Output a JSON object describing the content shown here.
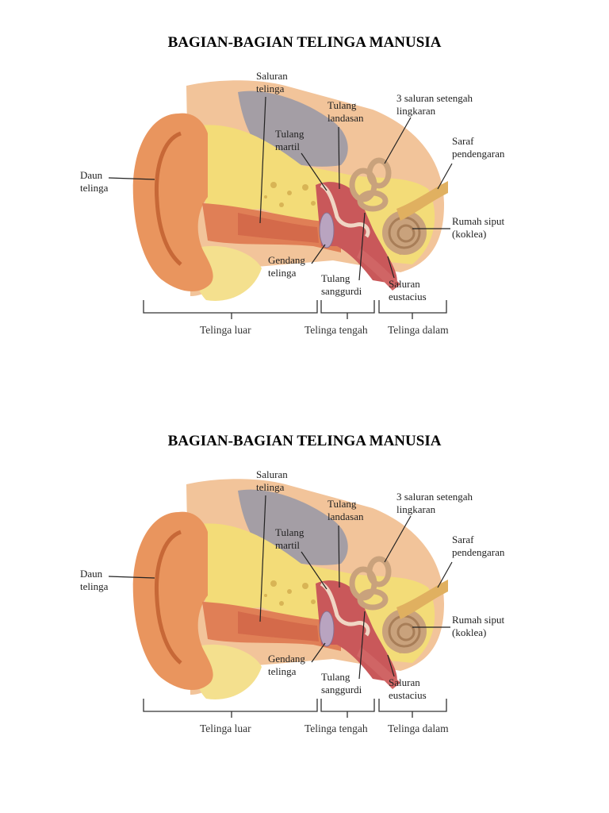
{
  "title": "BAGIAN-BAGIAN TELINGA MANUSIA",
  "labels": {
    "saluran_telinga": [
      "Saluran",
      "telinga"
    ],
    "tulang_landasan": [
      "Tulang",
      "landasan"
    ],
    "saluran_setengah_lingkaran": [
      "3 saluran setengah",
      "lingkaran"
    ],
    "tulang_martil": [
      "Tulang",
      "martil"
    ],
    "saraf_pendengaran": [
      "Saraf",
      "pendengaran"
    ],
    "daun_telinga": [
      "Daun",
      "telinga"
    ],
    "rumah_siput": [
      "Rumah siput",
      "(koklea)"
    ],
    "gendang_telinga": [
      "Gendang",
      "telinga"
    ],
    "tulang_sanggurdi": [
      "Tulang",
      "sanggurdi"
    ],
    "saluran_eustacius": [
      "Saluran",
      "eustacius"
    ]
  },
  "sections": {
    "telinga_luar": "Telinga luar",
    "telinga_tengah": "Telinga tengah",
    "telinga_dalam": "Telinga dalam"
  },
  "colors": {
    "skin": "#e9955e",
    "skin_dark": "#d0703f",
    "bone": "#f3dc78",
    "canal": "#c9585a",
    "cochlea": "#c9a27c",
    "nerve": "#e0b060",
    "cartilage_gray": "#9b9aa6"
  }
}
